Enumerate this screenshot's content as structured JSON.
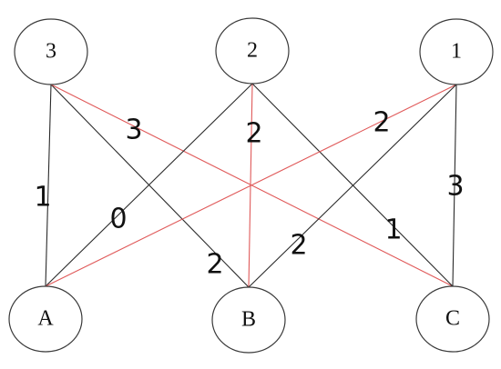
{
  "top_nodes": [
    {
      "id": "t3",
      "label": "3"
    },
    {
      "id": "t2",
      "label": "2"
    },
    {
      "id": "t1",
      "label": "1"
    }
  ],
  "bottom_nodes": [
    {
      "id": "A",
      "label": "A"
    },
    {
      "id": "B",
      "label": "B"
    },
    {
      "id": "C",
      "label": "C"
    }
  ],
  "edges": [
    {
      "from": "t3",
      "to": "A",
      "weight": "1",
      "color": "#2b2b2b"
    },
    {
      "from": "t3",
      "to": "B",
      "weight": "2",
      "color": "#2b2b2b"
    },
    {
      "from": "t3",
      "to": "C",
      "weight": "3",
      "color": "#e05a5a"
    },
    {
      "from": "t2",
      "to": "A",
      "weight": "0",
      "color": "#2b2b2b"
    },
    {
      "from": "t2",
      "to": "B",
      "weight": "2",
      "color": "#e05a5a"
    },
    {
      "from": "t2",
      "to": "C",
      "weight": "1",
      "color": "#2b2b2b"
    },
    {
      "from": "t1",
      "to": "A",
      "weight": "2",
      "color": "#e05a5a"
    },
    {
      "from": "t1",
      "to": "B",
      "weight": "2",
      "color": "#2b2b2b"
    },
    {
      "from": "t1",
      "to": "C",
      "weight": "3",
      "color": "#2b2b2b"
    }
  ],
  "colors": {
    "highlight_edge": "#e05a5a",
    "normal_edge": "#2b2b2b",
    "node_stroke": "#3a3a3a"
  }
}
